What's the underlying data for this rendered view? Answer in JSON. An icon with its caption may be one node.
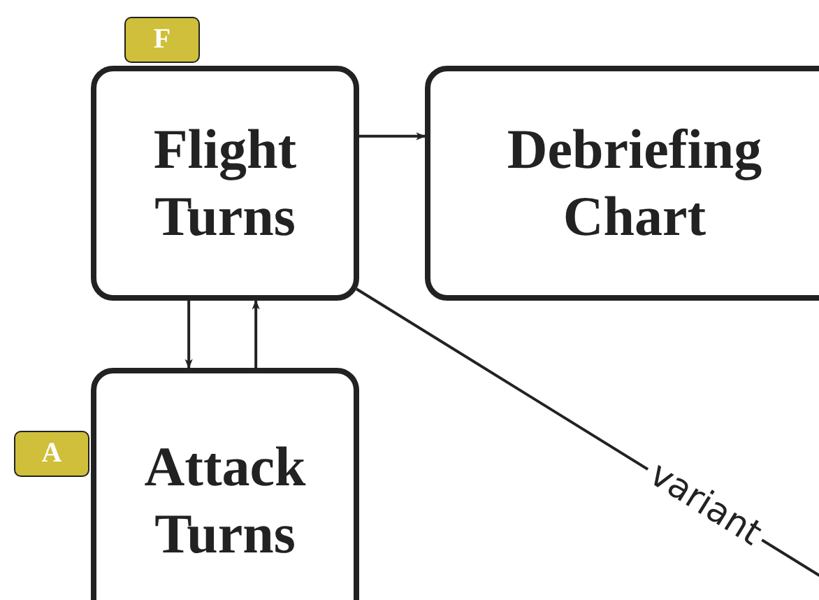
{
  "diagram": {
    "nodes": [
      {
        "text": [
          "Flight Turns"
        ],
        "beside": [
          "F"
        ]
      },
      {
        "text": [
          "Debriefing Chart"
        ]
      },
      {
        "text": [
          "Attack Turns"
        ],
        "beside": [
          "A"
        ]
      }
    ],
    "edges": [
      {
        "from": 0,
        "to": 1,
        "arrow": "to"
      },
      {
        "from": 0,
        "to": 2,
        "arrow": "to"
      },
      {
        "from": 2,
        "to": 0,
        "arrow": "to"
      },
      {
        "from": 0,
        "to": null,
        "arrow": "none",
        "label": "variant"
      }
    ]
  }
}
